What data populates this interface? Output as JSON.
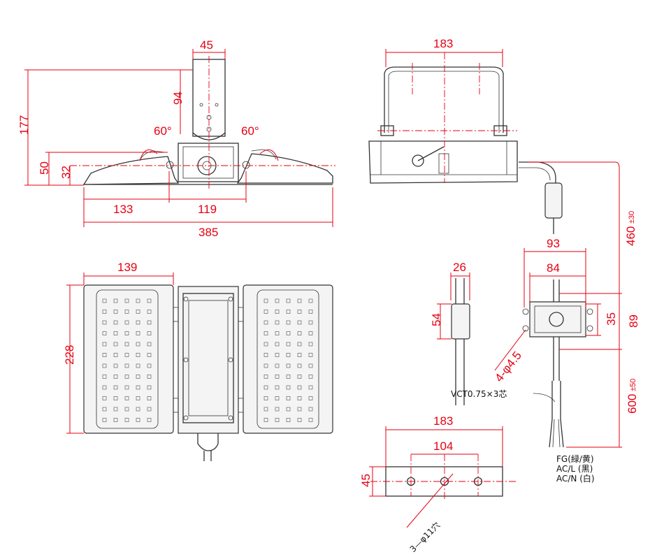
{
  "dimensions": {
    "front": {
      "width_45": "45",
      "height_94": "94",
      "height_177": "177",
      "height_50": "50",
      "height_32": "32",
      "angle_left": "60°",
      "angle_right": "60°",
      "width_133": "133",
      "width_119": "119",
      "width_385": "385"
    },
    "side": {
      "width_183": "183",
      "cable_460": "460",
      "cable_460_tol": "±30"
    },
    "bottom": {
      "width_139": "139",
      "height_228": "228"
    },
    "connector": {
      "width_26": "26",
      "height_54": "54"
    },
    "box": {
      "width_93": "93",
      "width_84": "84",
      "height_35": "35",
      "height_89": "89",
      "holes": "4-φ4.5",
      "cable_600": "600",
      "cable_600_tol": "±50"
    },
    "bracket": {
      "width_183": "183",
      "spacing_104": "104",
      "height_45": "45",
      "holes": "3—φ11穴"
    }
  },
  "notes": {
    "cable_spec": "VCT0.75×3芯",
    "wire_fg": "FG(緑/黄)",
    "wire_acl": "AC/L (黒)",
    "wire_acn": "AC/N (白)"
  }
}
